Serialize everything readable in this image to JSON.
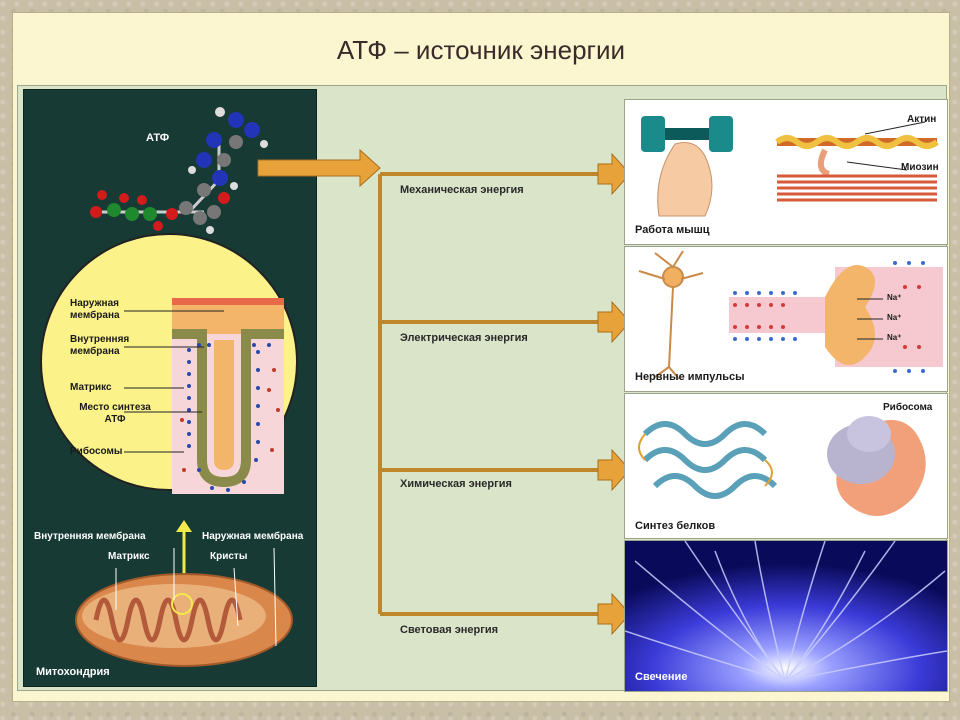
{
  "title": "АТФ – источник энергии",
  "left": {
    "atp_label": "АТФ",
    "outer_membrane": "Наружная мембрана",
    "inner_membrane": "Внутренняя мембрана",
    "matrix": "Матрикс",
    "atp_site": "Место синтеза АТФ",
    "ribosomes": "Рибосомы",
    "mito_inner": "Внутренняя мембрана",
    "mito_outer": "Наружная мембрана",
    "mito_matrix": "Матрикс",
    "mito_cristae": "Кристы",
    "mitochondrion": "Митохондрия"
  },
  "energies": [
    {
      "label": "Механическая энергия"
    },
    {
      "label": "Электрическая энергия"
    },
    {
      "label": "Химическая энергия"
    },
    {
      "label": "Световая энергия"
    }
  ],
  "panels": {
    "muscle": {
      "caption": "Работа мышц",
      "actin": "Актин",
      "myosin": "Миозин"
    },
    "nerve": {
      "caption": "Нервные импульсы",
      "na": "Na⁺"
    },
    "protein": {
      "caption": "Синтез белков",
      "ribosome": "Рибосома"
    },
    "light": {
      "caption": "Свечение"
    }
  },
  "colors": {
    "arrow": "#e8a23a",
    "branch": "#c0862a",
    "left_bg": "#173a35",
    "circle": "#fbf38a"
  }
}
